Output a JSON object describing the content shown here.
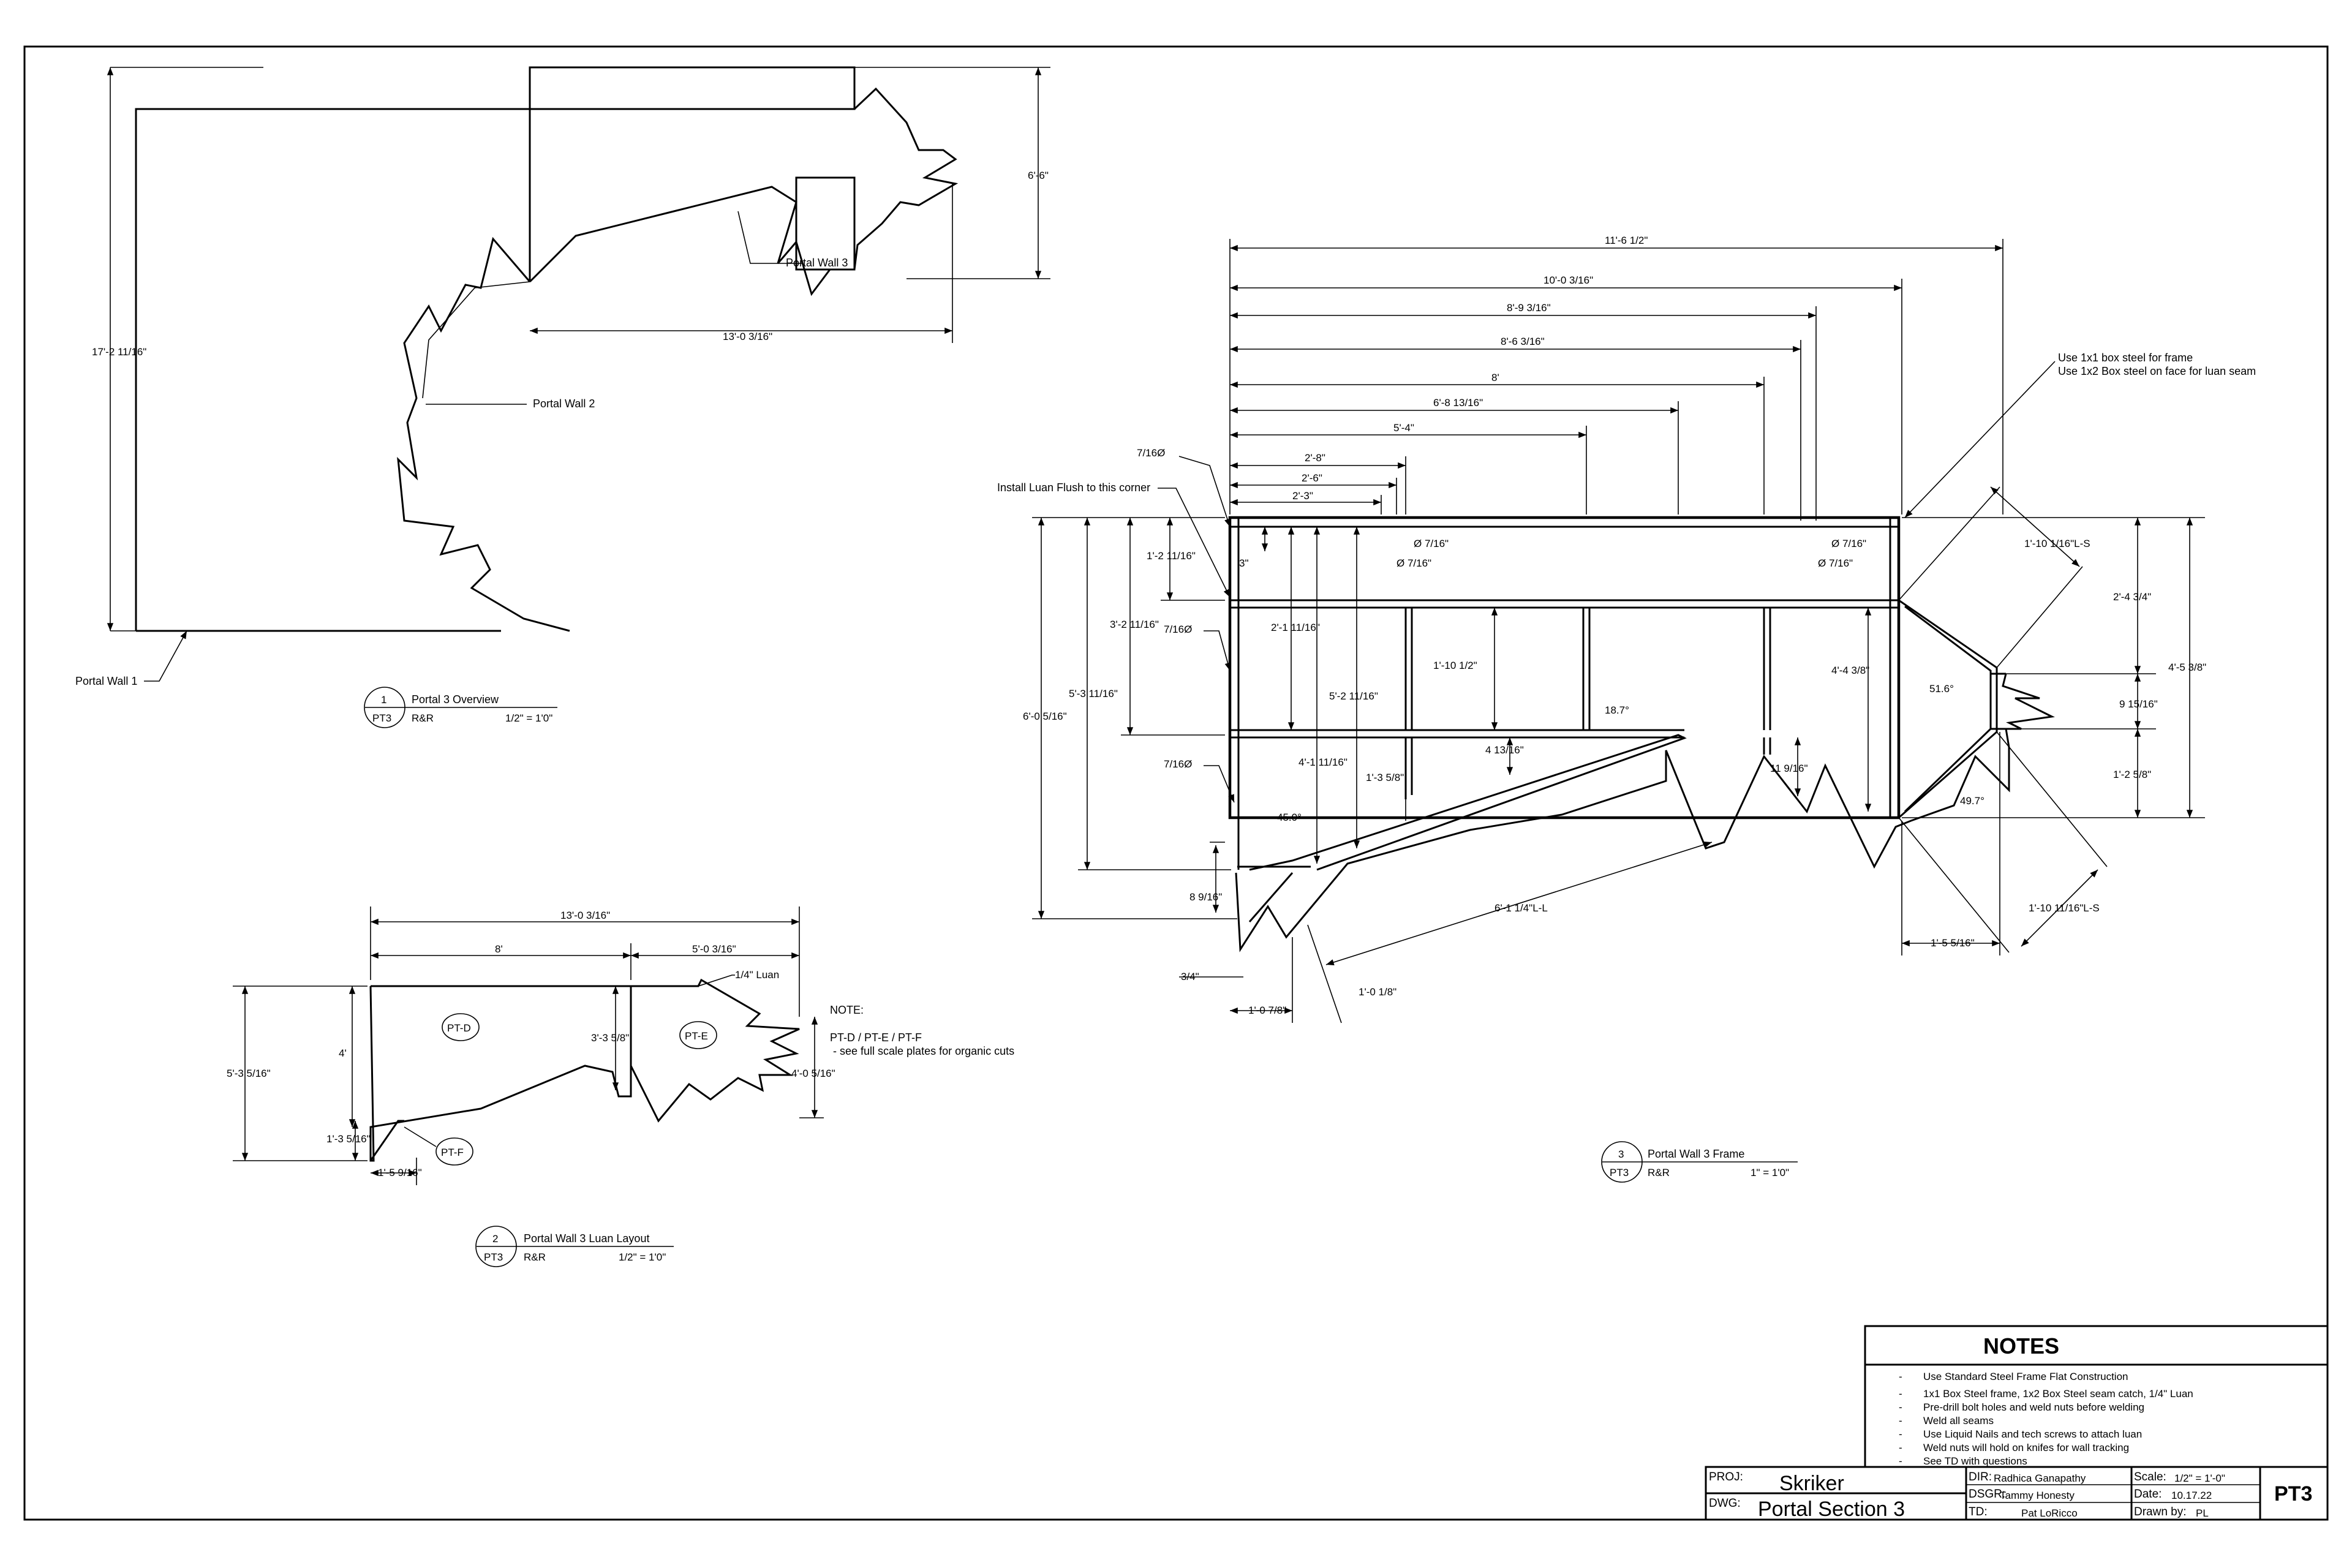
{
  "drawing": {
    "view1": {
      "dims": {
        "height": "17'-2 11/16\"",
        "width": "13'-0 3/16\"",
        "right": "6'-6\""
      },
      "labels": {
        "wall1": "Portal Wall 1",
        "wall2": "Portal Wall 2",
        "wall3": "Portal Wall 3"
      },
      "title": {
        "num": "1",
        "sheet": "PT3",
        "name": "Portal 3 Overview",
        "sub": "R&R",
        "scale": "1/2\" = 1'0\""
      }
    },
    "view2": {
      "dims": {
        "total": "13'-0 3/16\"",
        "left": "8'",
        "right": "5'-0 3/16\"",
        "height": "5'-3 5/16\"",
        "h4": "4'",
        "mid": "3'-3 5/8\"",
        "rh": "4'-0 5/16\"",
        "small": "1'-3 5/16\"",
        "bot": "1'-5 9/16\""
      },
      "labels": {
        "ptd": "PT-D",
        "pte": "PT-E",
        "ptf": "PT-F",
        "luan": "1/4\" Luan",
        "note_head": "NOTE:",
        "note1": "PT-D / PT-E / PT-F",
        "note2": "- see full scale plates for organic cuts"
      },
      "title": {
        "num": "2",
        "sheet": "PT3",
        "name": "Portal Wall 3 Luan Layout",
        "sub": "R&R",
        "scale": "1/2\" = 1'0\""
      }
    },
    "view3": {
      "dims": {
        "d1": "11'-6 1/2\"",
        "d2": "10'-0 3/16\"",
        "d3": "8'-9 3/16\"",
        "d4": "8'-6 3/16\"",
        "d5": "8'",
        "d6": "6'-8 13/16\"",
        "d7": "5'-4\"",
        "d8": "2'-8\"",
        "d9": "2'-6\"",
        "d10": "2'-3\"",
        "hole1": "7/16Ø",
        "hole2": "7/16Ø",
        "hole3": "7/16Ø",
        "v1": "1'-2 11/16\"",
        "v2": "3'-2 11/16\"",
        "v3": "5'-3 11/16\"",
        "v4": "6'-0 5/16\"",
        "v5": "2'-1 11/16\"",
        "v6": "5'-2 11/16\"",
        "v7": "4'-1 11/16\"",
        "v8": "1'-3 5/8\"",
        "v9": "1'-10 1/2\"",
        "v10": "4 13/16\"",
        "v11": "11 9/16\"",
        "v12": "4'-4 3/8\"",
        "three": "3\"",
        "ang1": "18.7°",
        "ang2": "45.0°",
        "ang3": "51.6°",
        "ang4": "49.7°",
        "dia1": "Ø 7/16\"",
        "dia2": "Ø 7/16\"",
        "dia3": "Ø 7/16\"",
        "dia4": "Ø 7/16\"",
        "ll": "6'-1 1/4\"L-L",
        "r1": "2'-4 3/4\"",
        "r2": "4'-5 3/8\"",
        "r3": "9 15/16\"",
        "r4": "1'-2 5/8\"",
        "ls1": "1'-10 1/16\"L-S",
        "ls2": "1'-10 11/16\"L-S",
        "b1": "1'-5 5/16\"",
        "b2": "8 9/16\"",
        "b3": "3/4\"",
        "b4": "1'-0 7/8\"",
        "b5": "1'-0 1/8\""
      },
      "labels": {
        "luan_flush": "Install Luan Flush to this corner",
        "box1": "Use 1x1 box steel for frame",
        "box2": "Use 1x2 Box steel on face for luan seam"
      },
      "title": {
        "num": "3",
        "sheet": "PT3",
        "name": "Portal Wall 3 Frame",
        "sub": "R&R",
        "scale": "1\" = 1'0\""
      }
    }
  },
  "notes": {
    "title": "NOTES",
    "items": [
      "Use Standard Steel Frame Flat Construction",
      "1x1 Box Steel frame, 1x2 Box Steel seam catch, 1/4\" Luan",
      "Pre-drill bolt holes and weld nuts before welding",
      "Weld all seams",
      "Use Liquid Nails and tech screws to attach luan",
      "Weld nuts will hold on knifes for wall tracking",
      "See TD with questions"
    ]
  },
  "title_block": {
    "proj_label": "PROJ:",
    "proj": "Skriker",
    "dwg_label": "DWG:",
    "dwg": "Portal Section 3",
    "dir_label": "DIR:",
    "dir": "Radhica Ganapathy",
    "dsgr_label": "DSGR:",
    "dsgr": "Tammy Honesty",
    "td_label": "TD:",
    "td": "Pat LoRicco",
    "scale_label": "Scale:",
    "scale": "1/2\" = 1'-0\"",
    "date_label": "Date:",
    "date": "10.17.22",
    "drawn_label": "Drawn by:",
    "drawn": "PL",
    "sheet": "PT3"
  }
}
